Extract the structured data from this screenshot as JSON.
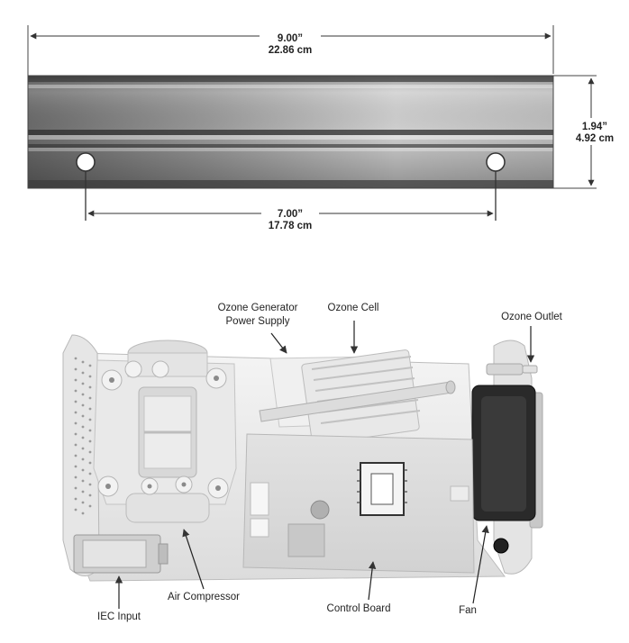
{
  "dimensions": {
    "overall_length": {
      "inches": "9.00”",
      "cm": "22.86 cm"
    },
    "height": {
      "inches": "1.94”",
      "cm": "4.92 cm"
    },
    "hole_spacing": {
      "inches": "7.00”",
      "cm": "17.78 cm"
    }
  },
  "labels": {
    "ozone_generator_power_supply": [
      "Ozone Generator",
      "Power Supply"
    ],
    "ozone_cell": "Ozone Cell",
    "ozone_outlet": "Ozone Outlet",
    "air_compressor": "Air Compressor",
    "iec_input": "IEC Input",
    "control_board": "Control Board",
    "fan": "Fan"
  },
  "colors": {
    "rail_dark": "#5a5a5a",
    "rail_light": "#c4c4c4",
    "component_white": "#efefef",
    "dimension_line": "#333333"
  }
}
